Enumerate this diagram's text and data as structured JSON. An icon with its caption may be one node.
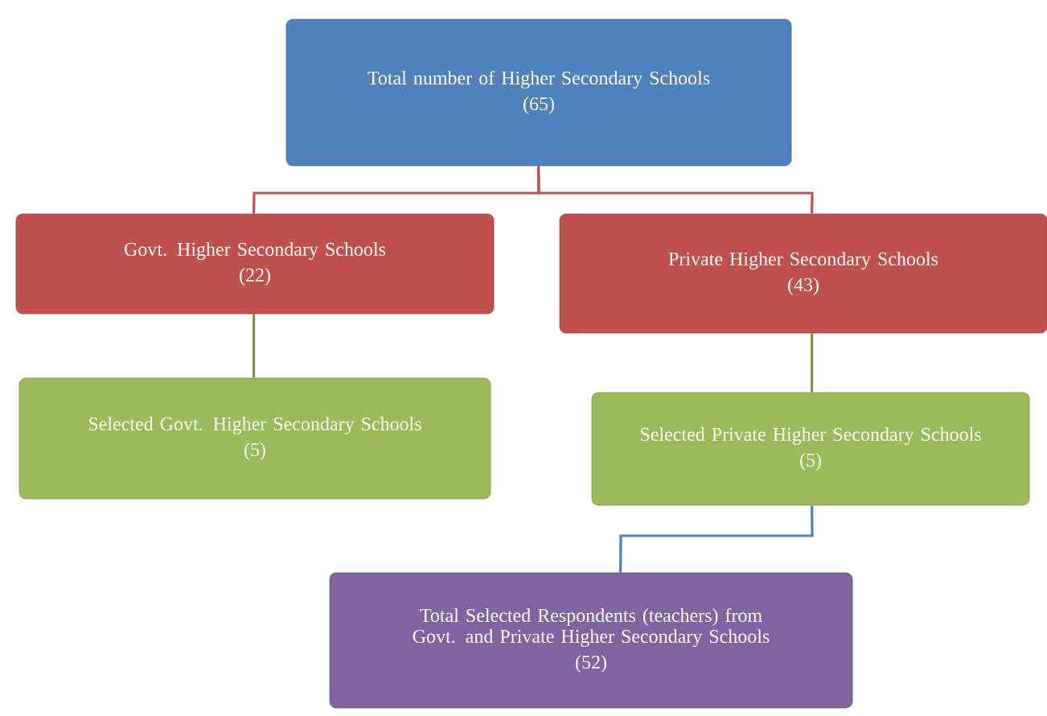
{
  "diagram": {
    "nodes": [
      {
        "text": [
          "Total number of Higher Secondary Schools",
          "(65)"
        ]
      },
      {
        "text": [
          "Govt. Higher Secondary Schools",
          "(22)"
        ]
      },
      {
        "text": [
          "Private Higher Secondary Schools",
          "(43)"
        ]
      },
      {
        "text": [
          "Selected Govt. Higher Secondary Schools",
          "(5)"
        ]
      },
      {
        "text": [
          "Selected Private Higher Secondary Schools",
          "(5)"
        ]
      },
      {
        "text": [
          "Total Selected Respondents (teachers) from Govt. and Private Higher Secondary Schools",
          "(52)"
        ]
      }
    ],
    "edges": [
      {
        "from": 0,
        "to": 1,
        "arrow": "none",
        "color": "#c0504d"
      },
      {
        "from": 0,
        "to": 2,
        "arrow": "none",
        "color": "#c0504d"
      },
      {
        "from": 1,
        "to": 3,
        "arrow": "none",
        "color": "#77933c"
      },
      {
        "from": 2,
        "to": 4,
        "arrow": "none",
        "color": "#77933c"
      },
      {
        "from": 4,
        "to": 5,
        "arrow": "none",
        "color": "#4f81bd"
      }
    ]
  }
}
